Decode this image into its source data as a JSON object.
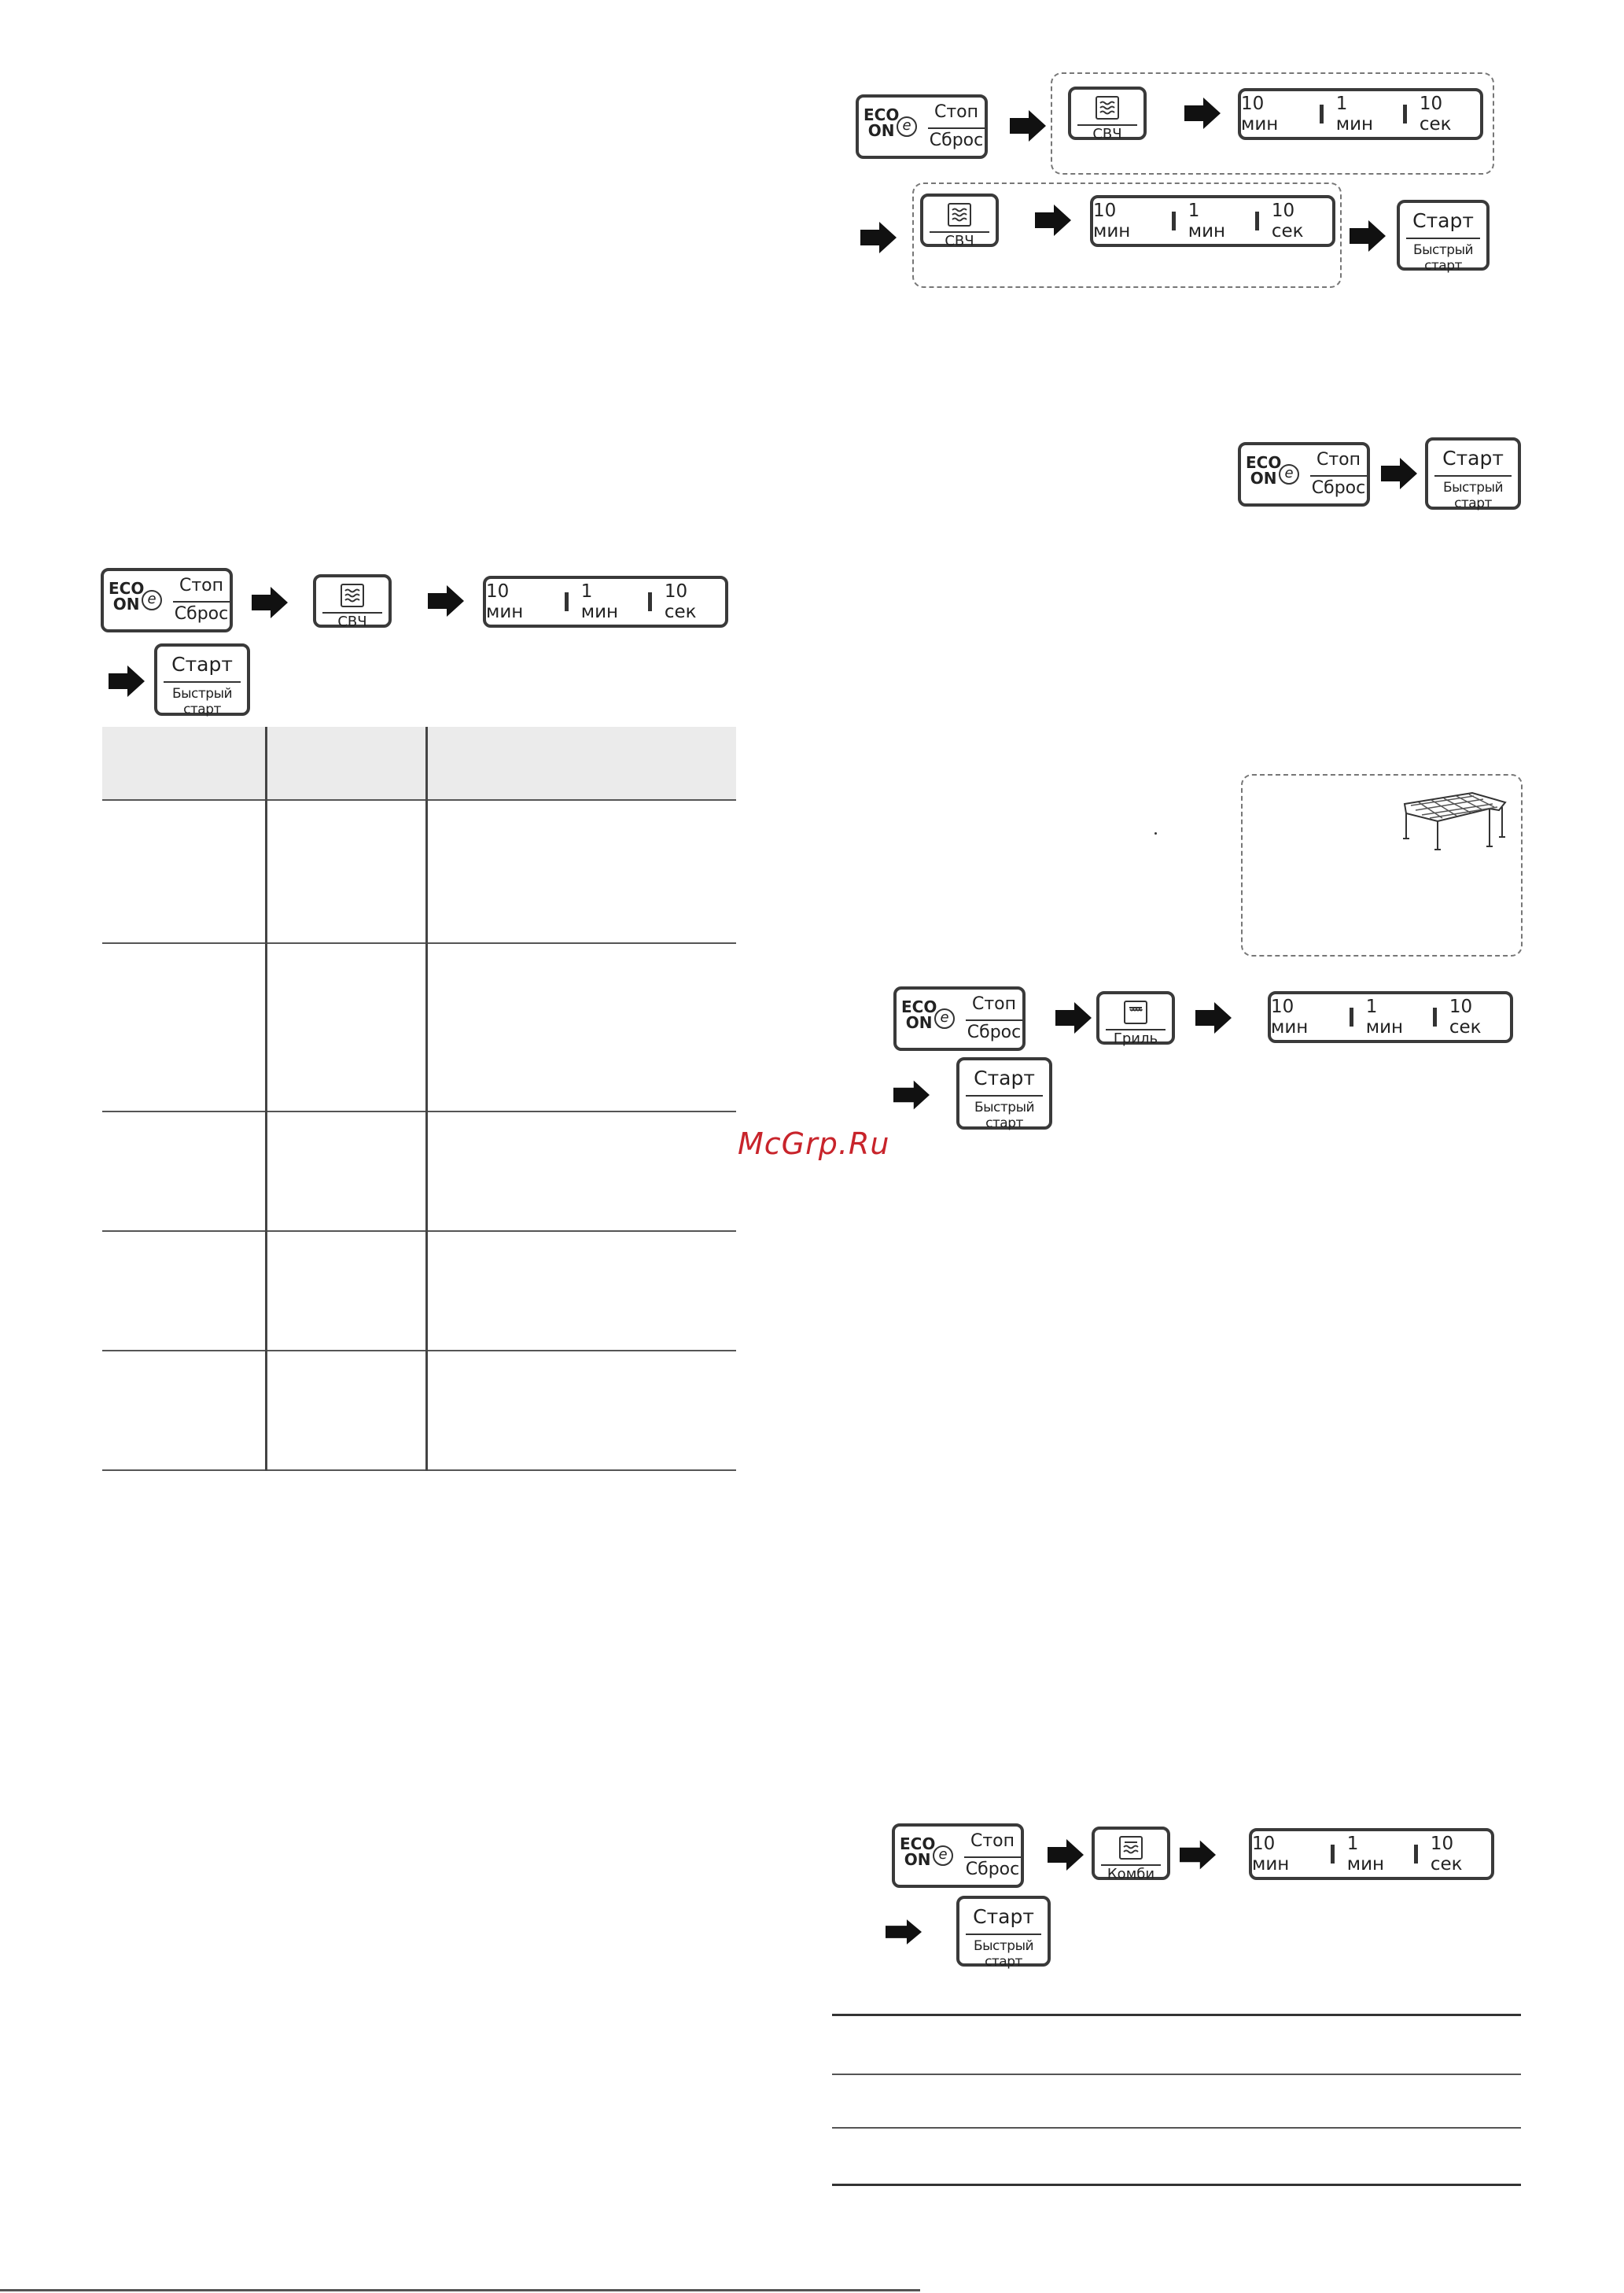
{
  "panel": {
    "eco_top": "ECO",
    "eco_bottom": "ON",
    "eco_leaf": "e",
    "stop_label": "Стоп",
    "reset_label": "Сброс",
    "start_label": "Старт",
    "quick_start_label": "Быстрый старт",
    "microwave_label": "СВЧ",
    "grill_label": "Гриль",
    "combi_label": "Комби",
    "time_10min": "10 мин",
    "time_1min": "1 мин",
    "time_10sec": "10 сек"
  },
  "watermark": "McGrp.Ru"
}
